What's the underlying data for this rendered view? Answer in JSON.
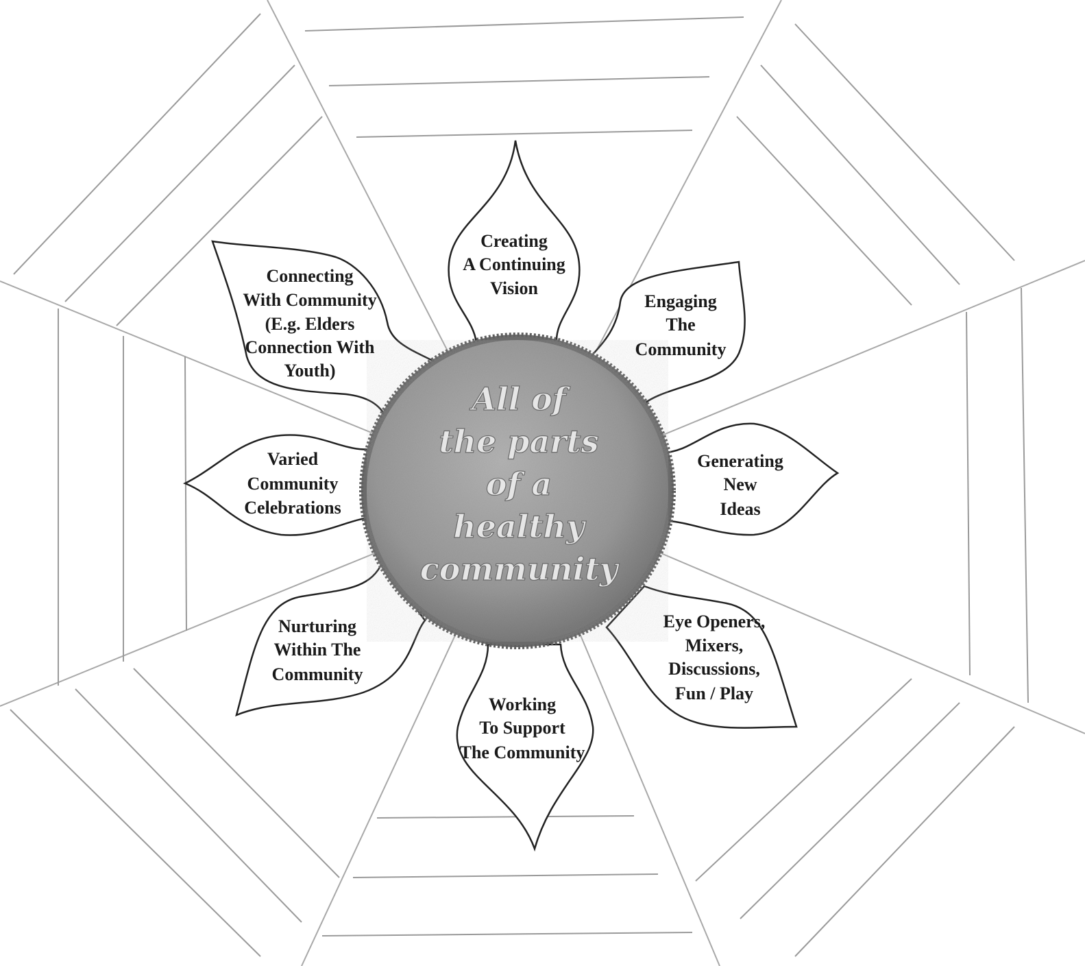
{
  "center": {
    "lines": [
      "All of",
      "the parts",
      "of a",
      "healthy",
      "community"
    ]
  },
  "petals": [
    {
      "id": "creating-vision",
      "lines": [
        "Creating",
        "A Continuing",
        "Vision"
      ]
    },
    {
      "id": "engaging-community",
      "lines": [
        "Engaging",
        "The",
        "Community"
      ]
    },
    {
      "id": "generating-ideas",
      "lines": [
        "Generating",
        "New",
        "Ideas"
      ]
    },
    {
      "id": "eye-openers",
      "lines": [
        "Eye Openers,",
        "Mixers,",
        "Discussions,",
        "Fun / Play"
      ]
    },
    {
      "id": "working-support",
      "lines": [
        "Working",
        "To Support",
        "The Community"
      ]
    },
    {
      "id": "nurturing",
      "lines": [
        "Nurturing",
        "Within The",
        "Community"
      ]
    },
    {
      "id": "varied-celebrations",
      "lines": [
        "Varied",
        "Community",
        "Celebrations"
      ]
    },
    {
      "id": "connecting-community",
      "lines": [
        "Connecting",
        "With Community",
        "(E.g. Elders",
        "Connection With",
        "Youth)"
      ]
    }
  ],
  "colors": {
    "center_fill": "#9c9c9c",
    "center_edge": "#5e5e5e",
    "petal_stroke": "#222222",
    "web_lines": "#9a9a9a"
  }
}
